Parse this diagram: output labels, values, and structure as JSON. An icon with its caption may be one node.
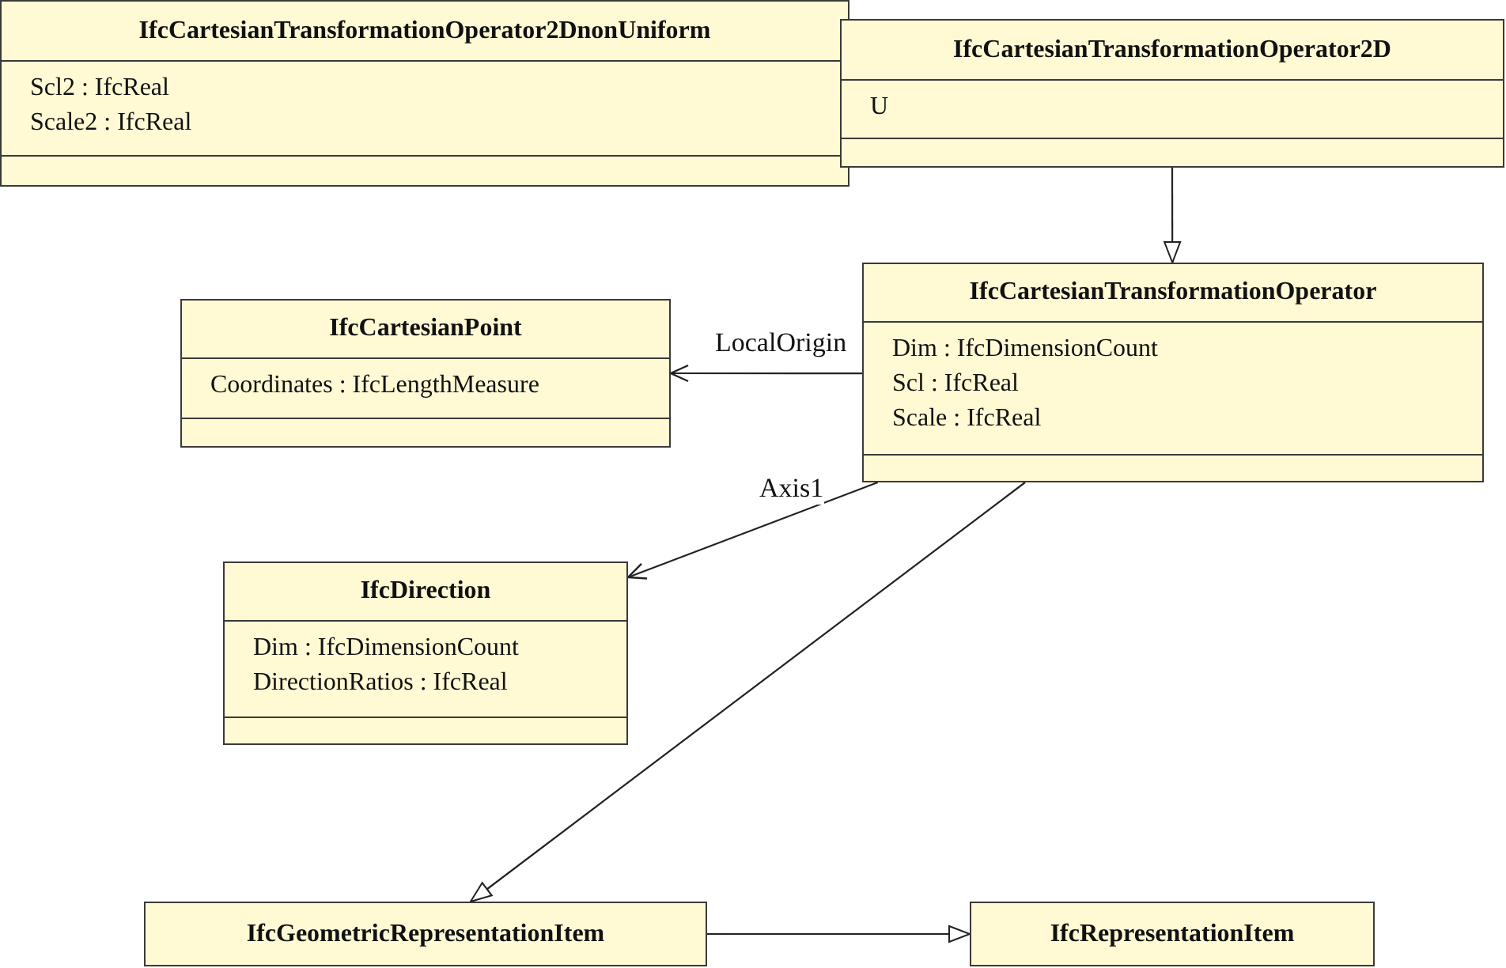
{
  "diagram": {
    "nodes": [
      {
        "text": [
          "IfcCartesianTransformationOperator2DnonUniform",
          "Scl2 : IfcReal",
          "Scale2 : IfcReal"
        ]
      },
      {
        "text": [
          "IfcCartesianTransformationOperator2D",
          "U"
        ]
      },
      {
        "text": [
          "IfcCartesianTransformationOperator",
          "Dim : IfcDimensionCount",
          "Scl : IfcReal",
          "Scale : IfcReal"
        ]
      },
      {
        "text": [
          "IfcCartesianPoint",
          "Coordinates : IfcLengthMeasure"
        ]
      },
      {
        "text": [
          "IfcDirection",
          "Dim : IfcDimensionCount",
          "DirectionRatios : IfcReal"
        ]
      },
      {
        "text": [
          "IfcGeometricRepresentationItem"
        ]
      },
      {
        "text": [
          "IfcRepresentationItem"
        ]
      }
    ],
    "edges": [
      {
        "from": 1,
        "to": 2,
        "arrow": "to"
      },
      {
        "from": 2,
        "to": 3,
        "arrow": "to",
        "label": "LocalOrigin"
      },
      {
        "from": 2,
        "to": 4,
        "arrow": "to",
        "label": "Axis1"
      },
      {
        "from": 2,
        "to": 5,
        "arrow": "to"
      },
      {
        "from": 5,
        "to": 6,
        "arrow": "to"
      }
    ]
  }
}
